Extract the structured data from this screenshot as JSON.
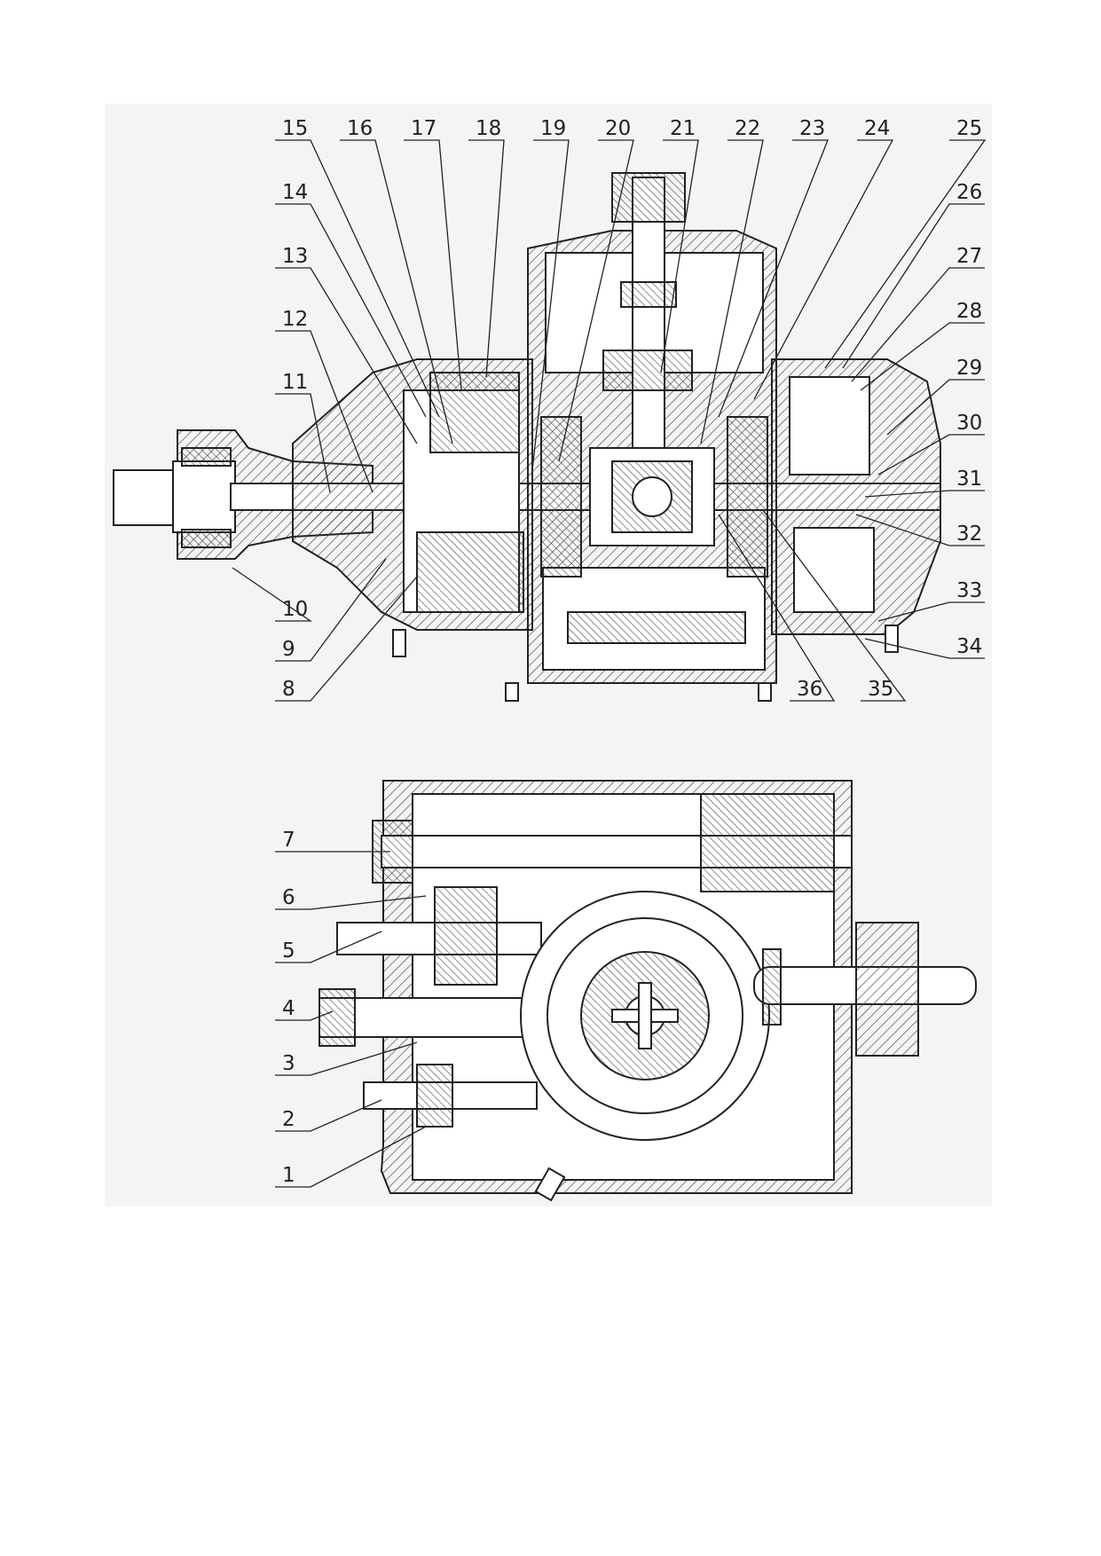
{
  "figure": {
    "top_view": {
      "callouts_top_row": [
        "15",
        "16",
        "17",
        "18",
        "19",
        "20",
        "21",
        "22",
        "23",
        "24",
        "25"
      ],
      "callouts_left": [
        "14",
        "13",
        "12",
        "11"
      ],
      "callouts_right": [
        "26",
        "27",
        "28",
        "29",
        "30",
        "31",
        "32",
        "33",
        "34"
      ],
      "callouts_bottom_left": [
        "10",
        "9",
        "8"
      ],
      "callouts_bottom_right": [
        "36",
        "35"
      ]
    },
    "side_view": {
      "callouts_left": [
        "7",
        "6",
        "5",
        "4",
        "3",
        "2",
        "1"
      ]
    }
  },
  "colors": {
    "background": "#ffffff",
    "panel": "#f4f4f4",
    "ink": "#222222",
    "hatch": "#555555"
  }
}
